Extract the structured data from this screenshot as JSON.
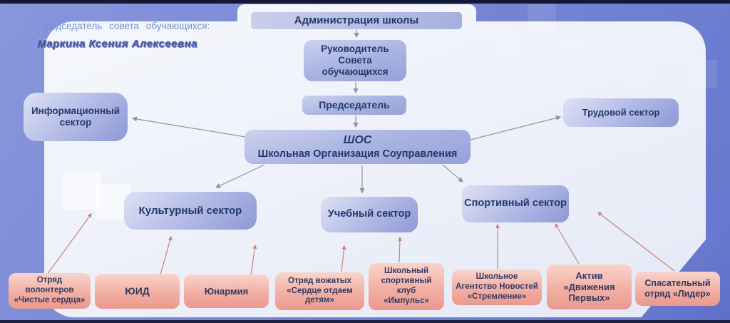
{
  "header": {
    "label": "Председатель совета обучающихся:",
    "name": "Маркина Ксения Алексеевна"
  },
  "admin": {
    "label": "Администрация школы"
  },
  "leader": {
    "lines": [
      "Руководитель",
      "Совета",
      "обучающихся"
    ]
  },
  "chairman": {
    "label": "Председатель"
  },
  "shos": {
    "title": "ШОС",
    "subtitle": "Школьная Организация Соуправления"
  },
  "sectors": {
    "info": {
      "lines": [
        "Информационный",
        "сектор"
      ]
    },
    "labor": {
      "label": "Трудовой сектор"
    },
    "culture": {
      "label": "Культурный сектор"
    },
    "study": {
      "label": "Учебный сектор"
    },
    "sport": {
      "label": "Спортивный сектор"
    }
  },
  "units": [
    {
      "lines": [
        "Отряд",
        "волонтеров",
        "«Чистые сердца»"
      ]
    },
    {
      "lines": [
        "ЮИД"
      ]
    },
    {
      "lines": [
        "Юнармия"
      ]
    },
    {
      "lines": [
        "Отряд вожатых",
        "«Сердце отдаем",
        "детям»"
      ]
    },
    {
      "lines": [
        "Школьный",
        "спортивный",
        "клуб",
        "«Импульс»"
      ]
    },
    {
      "lines": [
        "Школьное",
        "Агентство Новостей",
        "«Стремление»"
      ]
    },
    {
      "lines": [
        "Актив",
        "«Движения",
        "Первых»"
      ]
    },
    {
      "lines": [
        "Спасательный",
        "отряд «Лидер»"
      ]
    }
  ],
  "colors": {
    "background": "#7585d2",
    "card": "#eef1f9",
    "box_blue": "#96a1da",
    "box_pink": "#ee9c90",
    "line_gray": "#8d93a8",
    "line_red": "#ca8176",
    "text_navy": "#23396b",
    "header_text": "#6f92d8"
  }
}
